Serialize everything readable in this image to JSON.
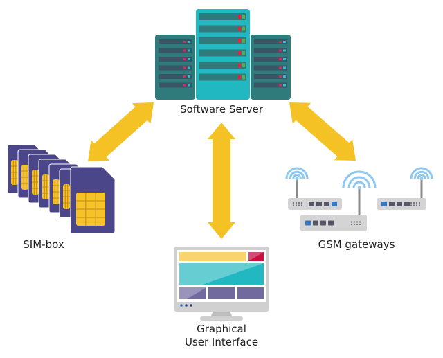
{
  "diagram": {
    "title": "SIM-box / GSM gateway architecture",
    "nodes": [
      {
        "id": "server",
        "label": "Software Server",
        "icon": "server-rack-icon"
      },
      {
        "id": "simbox",
        "label": "SIM-box",
        "icon": "sim-card-stack-icon"
      },
      {
        "id": "gsm",
        "label": "GSM gateways",
        "icon": "wifi-router-icon"
      },
      {
        "id": "gui",
        "label_line1": "Graphical",
        "label_line2": "User Interface",
        "icon": "monitor-icon"
      }
    ],
    "edges": [
      {
        "from": "server",
        "to": "simbox",
        "type": "bidirectional"
      },
      {
        "from": "server",
        "to": "gui",
        "type": "bidirectional"
      },
      {
        "from": "server",
        "to": "gsm",
        "type": "bidirectional"
      }
    ],
    "colors": {
      "arrow": "#F5C226",
      "server_center": "#22B8C2",
      "server_side": "#2F7B7C",
      "server_slot": "#3A5566",
      "server_slot_center": "#2F7B7C",
      "led_red": "#E8233A",
      "led_green": "#4CB050",
      "led_cyan": "#2ABFD0",
      "led_pink": "#E2245A",
      "sim_body": "#4B458A",
      "sim_chip": "#F5C227",
      "sim_chip_line": "#C08A1C",
      "router_body": "#D4D4D4",
      "router_port": "#555566",
      "router_port_active": "#3478C6",
      "wifi": "#8CC8F2",
      "antenna": "#8A8A8A",
      "monitor_frame": "#D0D0D0",
      "gui_yellow": "#F9D46C",
      "gui_red": "#C8103E",
      "gui_teal": "#22B8C2",
      "gui_purple": "#716A9E",
      "gui_dot": "#2F6FC0"
    }
  }
}
